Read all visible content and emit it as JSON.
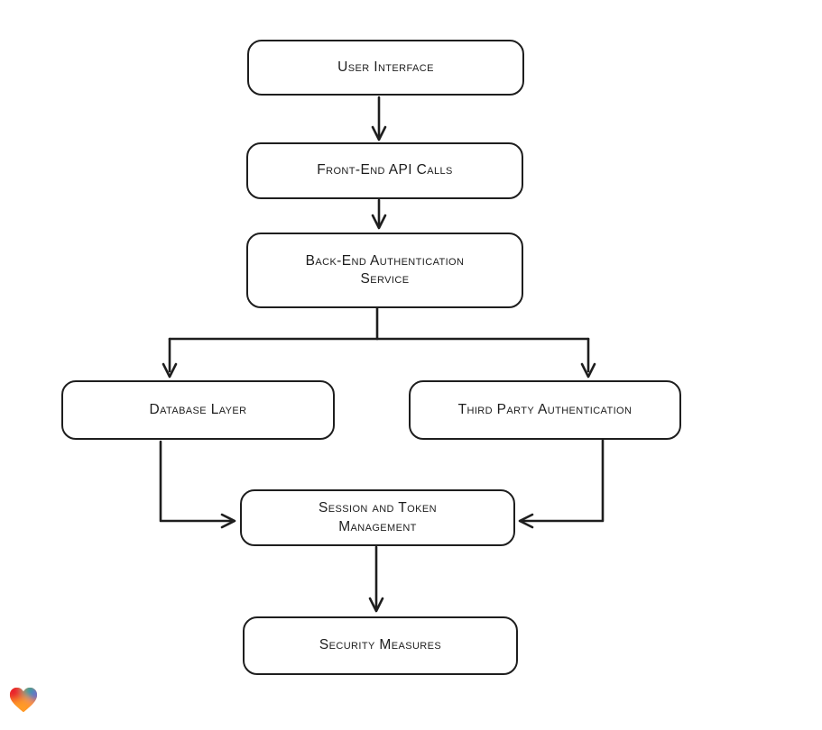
{
  "diagram": {
    "type": "flowchart",
    "background_color": "#ffffff",
    "stroke_color": "#1e1e1e",
    "node_fill_color": "#ffffff",
    "nodes": [
      {
        "id": "user-interface",
        "label": "User Interface"
      },
      {
        "id": "front-end-api-calls",
        "label": "Front-End API Calls"
      },
      {
        "id": "back-end-authentication-service",
        "label": "Back-End Authentication\nService"
      },
      {
        "id": "database-layer",
        "label": "Database Layer"
      },
      {
        "id": "third-party-authentication",
        "label": "Third Party Authentication"
      },
      {
        "id": "session-and-token-management",
        "label": "Session and Token\nManagement"
      },
      {
        "id": "security-measures",
        "label": "Security Measures"
      }
    ],
    "edges": [
      {
        "from": "user-interface",
        "to": "front-end-api-calls"
      },
      {
        "from": "front-end-api-calls",
        "to": "back-end-authentication-service"
      },
      {
        "from": "back-end-authentication-service",
        "to": "database-layer"
      },
      {
        "from": "back-end-authentication-service",
        "to": "third-party-authentication"
      },
      {
        "from": "database-layer",
        "to": "session-and-token-management"
      },
      {
        "from": "third-party-authentication",
        "to": "session-and-token-management"
      },
      {
        "from": "session-and-token-management",
        "to": "security-measures"
      }
    ]
  },
  "branding": {
    "logo_icon": "heart-icon",
    "logo_colors": {
      "red": "#ea1e2c",
      "teal": "#00a98f",
      "blue": "#4e63f0",
      "orange": "#ff9b26"
    }
  }
}
